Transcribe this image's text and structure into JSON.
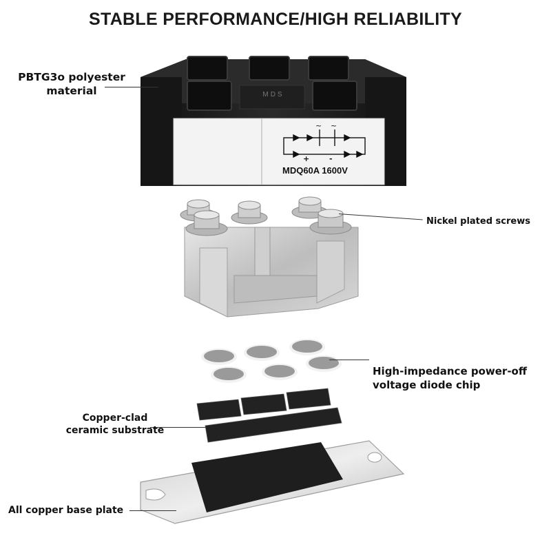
{
  "title": "STABLE PERFORMANCE/HIGH RELIABILITY",
  "labels": {
    "housing_line1": "PBTG3o polyester",
    "housing_line2": "material",
    "screws": "Nickel plated screws",
    "chip_line1": "High-impedance power-off",
    "chip_line2": "voltage diode chip",
    "ceramic_line1": "Copper-clad",
    "ceramic_line2": "ceramic substrate",
    "base": "All copper base plate"
  },
  "product": {
    "logo": "MDS",
    "model": "MDQ60A 1600V",
    "schematic_symbols": {
      "ac1": "~",
      "ac2": "~",
      "plus": "+",
      "minus": "-"
    }
  },
  "colors": {
    "housing": "#1c1c1c",
    "label_panel": "#f3f3f3",
    "metal": "#c9c9c9",
    "substrate": "#222222",
    "chip": "#9a9a9a"
  }
}
